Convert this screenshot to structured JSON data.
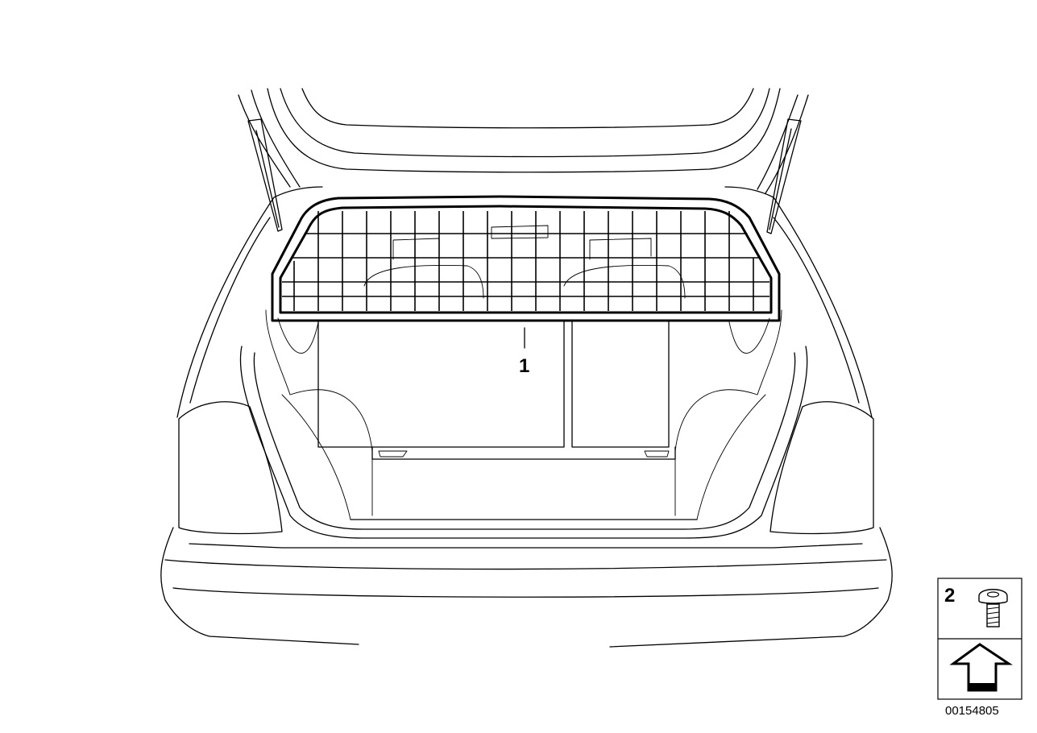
{
  "diagram": {
    "callouts": [
      {
        "id": "1",
        "label": "1",
        "part": "luggage-compartment-partition-net"
      },
      {
        "id": "2",
        "label": "2",
        "part": "screw"
      }
    ],
    "legend": {
      "item_number": "2",
      "direction_icon": "up-arrow-icon"
    },
    "drawing_number": "00154805"
  }
}
